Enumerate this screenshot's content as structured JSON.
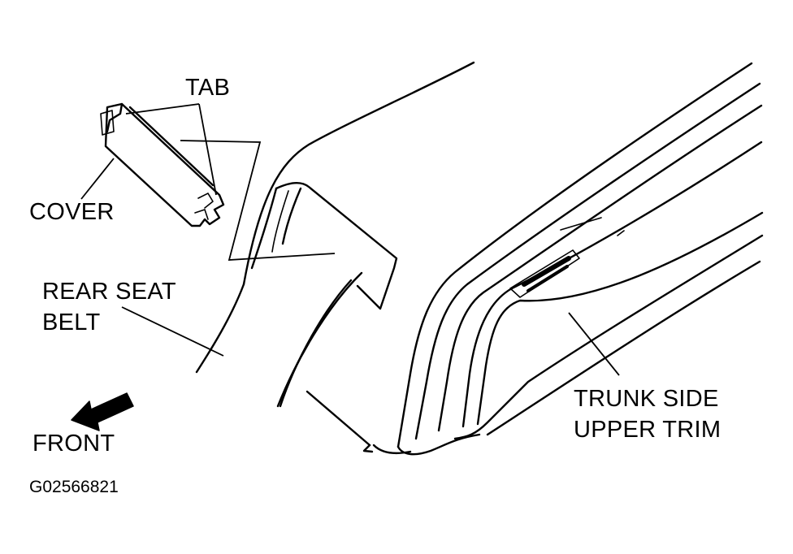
{
  "labels": {
    "tab": "TAB",
    "cover": "COVER",
    "rear_seat_belt_line1": "REAR SEAT",
    "rear_seat_belt_line2": "BELT",
    "front": "FRONT",
    "trunk_trim_line1": "TRUNK SIDE",
    "trunk_trim_line2": "UPPER TRIM"
  },
  "figure_code": "G02566821"
}
